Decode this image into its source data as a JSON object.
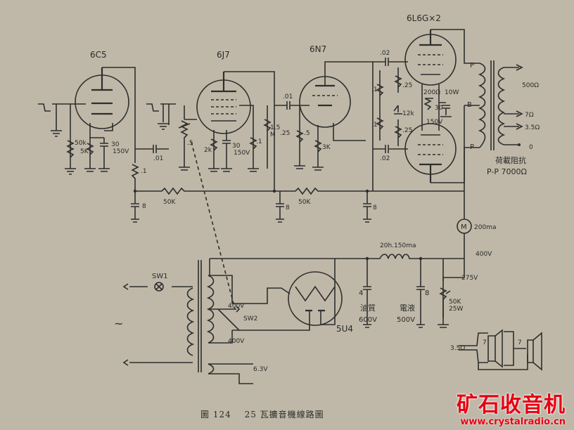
{
  "tubes": {
    "v1": "6C5",
    "v2": "6J7",
    "v3": "6N7",
    "v4": "6L6G×2",
    "rect": "5U4"
  },
  "components": {
    "r_50k_a": "50k",
    "r_5k": "5K",
    "c_30_150_a": "30",
    "c_30_150_a_v": "150V",
    "c_01_a": ".01",
    "r_1_a": ".1",
    "pot_5": ".5",
    "r_2k": "2k",
    "c_30_150_b": "30",
    "c_30_150_b_v": "150V",
    "r_1_b": ".1",
    "r_15m": "1.5\nM",
    "r_25_a": ".25",
    "c_01_b": ".01",
    "r_5": ".5",
    "r_3k": "3K",
    "c_02_top": ".02",
    "c_02_bot": ".02",
    "r_1_c": ".1",
    "r_1_d": ".1",
    "r_25_b": ".25",
    "r_25_c": ".25",
    "r_12k": "12k",
    "r_200": "200Ω",
    "r_10w": "10W",
    "c_30_150_c": "30",
    "c_30_150_c_v": "150V",
    "r_50k_b": "50K",
    "r_50k_c": "50K",
    "c_8_a": "8",
    "c_8_b": "8",
    "c_8_c": "8",
    "choke": "20h.150ma",
    "meter": "M",
    "meter_val": "200ma",
    "v400": "400V",
    "v275": "275V",
    "pot_50k": "50K",
    "pot_25w": "25W",
    "c4": "4",
    "c4_type": "油質",
    "c4_v": "600V",
    "c8": "8",
    "c8_type": "電液",
    "c8_v": "500V",
    "sw1": "SW1",
    "sw2": "SW2",
    "tap400a": "400V",
    "tap400b": "400V",
    "fil": "6.3V",
    "ac": "~",
    "plate_p1": "P",
    "plate_p2": "P",
    "plate_b": "B",
    "out_500": "500Ω",
    "out_7": "7Ω",
    "out_35": "3.5Ω",
    "out_0": "0",
    "load_cn": "荷載阻抗",
    "load_pp": "P-P 7000Ω",
    "spk_35": "3.5Ω",
    "spk_7a": "7",
    "spk_7b": "7"
  },
  "caption": {
    "fig": "圖 124",
    "title": "25 瓦擴音機線路圖"
  },
  "watermark": {
    "logo": "矿石收音机",
    "url": "www.crystalradio.cn"
  }
}
